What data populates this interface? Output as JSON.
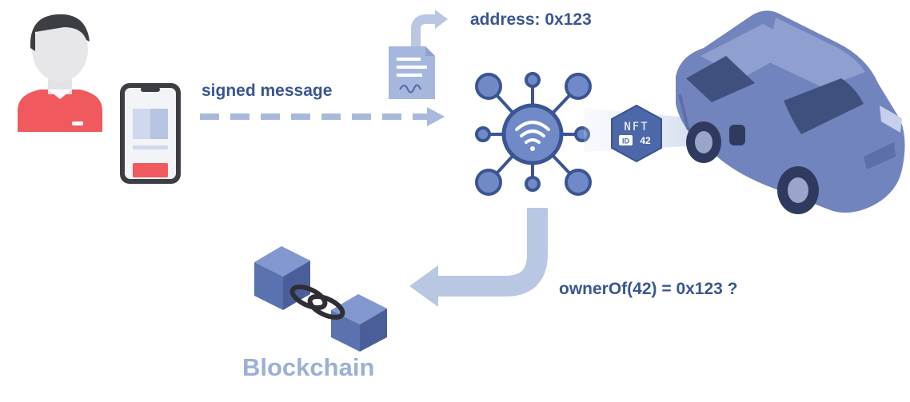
{
  "colors": {
    "text_dark": "#3a5592",
    "text_light": "#9cb0d6",
    "hub": "#4d68a9",
    "hub_fill": "#6f8ac6",
    "arrow_light": "#b9c7e2",
    "dash": "#a9b9dc",
    "person_red": "#f05a5f",
    "car": "#7184bd",
    "car_dark": "#3f4f7e",
    "cube": "#5b72b0"
  },
  "labels": {
    "signed_message": "signed message",
    "address": "address: 0x123",
    "owner_query": "ownerOf(42) = 0x123 ?",
    "blockchain": "Blockchain"
  },
  "nft_badge": {
    "title": "NFT",
    "id_tag": "ID",
    "id_value": "42"
  },
  "icons": [
    "user-icon",
    "smartphone-icon",
    "document-icon",
    "iot-hub-icon",
    "car-icon",
    "nft-badge-icon",
    "blockchain-icon"
  ]
}
